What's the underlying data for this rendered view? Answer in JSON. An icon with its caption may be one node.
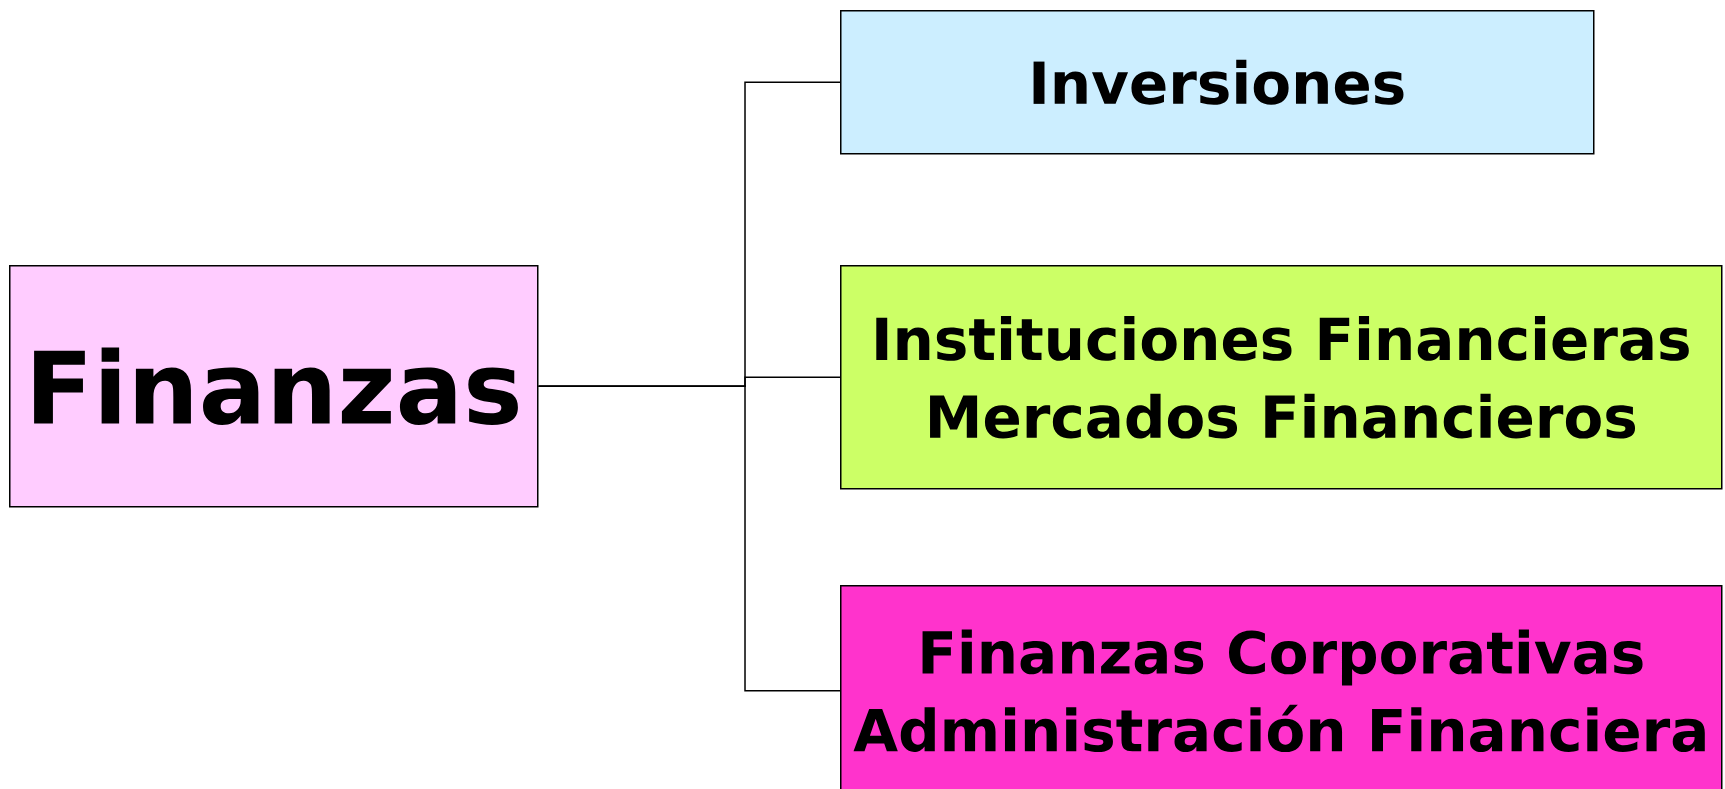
{
  "diagram": {
    "nodes": [
      {
        "text": [
          "Finanzas"
        ]
      },
      {
        "text": [
          "Inversiones"
        ]
      },
      {
        "text": [
          "Instituciones Financieras",
          "Mercados Financieros"
        ]
      },
      {
        "text": [
          "Finanzas Corporativas",
          "Administración Financiera"
        ]
      }
    ],
    "edges": [
      {
        "from": 0,
        "to": 1,
        "arrow": "none"
      },
      {
        "from": 0,
        "to": 2,
        "arrow": "none"
      },
      {
        "from": 0,
        "to": 3,
        "arrow": "none"
      }
    ]
  }
}
